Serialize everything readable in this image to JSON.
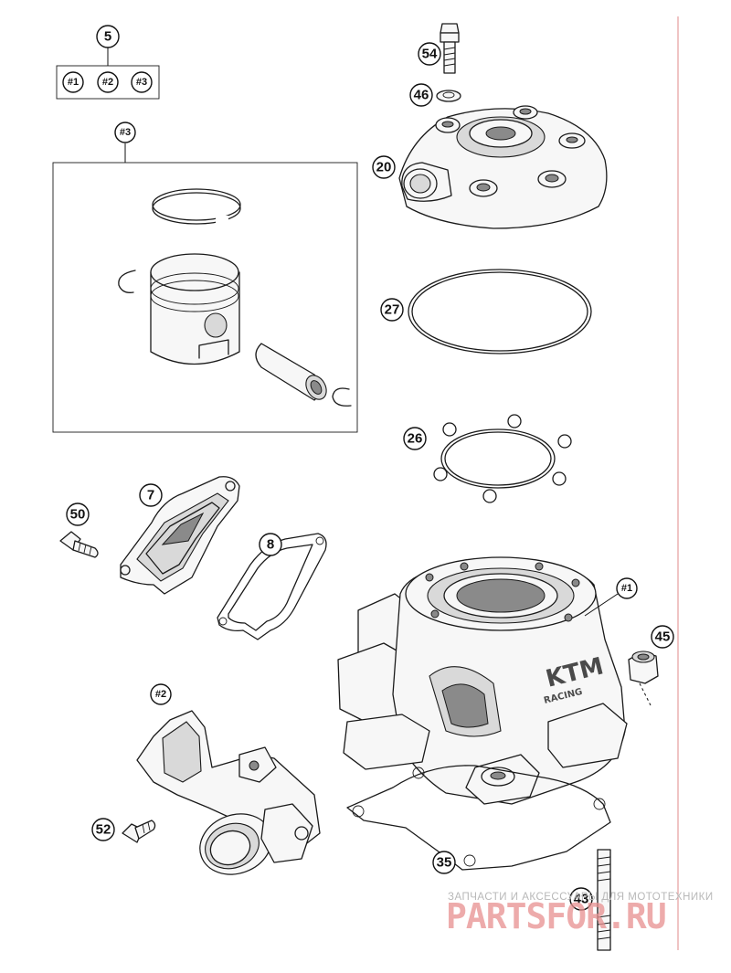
{
  "callouts": {
    "c5": "5",
    "c5_1": "#1",
    "c5_2": "#2",
    "c5_3": "#3",
    "c3": "#3",
    "c54": "54",
    "c46": "46",
    "c20": "20",
    "c27": "27",
    "c26": "26",
    "c7": "7",
    "c50": "50",
    "c8": "8",
    "c1": "#1",
    "c45": "45",
    "c2": "#2",
    "c52": "52",
    "c35": "35",
    "c43": "43"
  },
  "watermark": {
    "caption": "ЗАПЧАСТИ И АКСЕССУАРЫ ДЛЯ МОТОТЕХНИКИ",
    "brand": "PARTSFOR.RU"
  },
  "colors": {
    "margin_line": "#e08a8a",
    "watermark_brand": "#e89090"
  }
}
